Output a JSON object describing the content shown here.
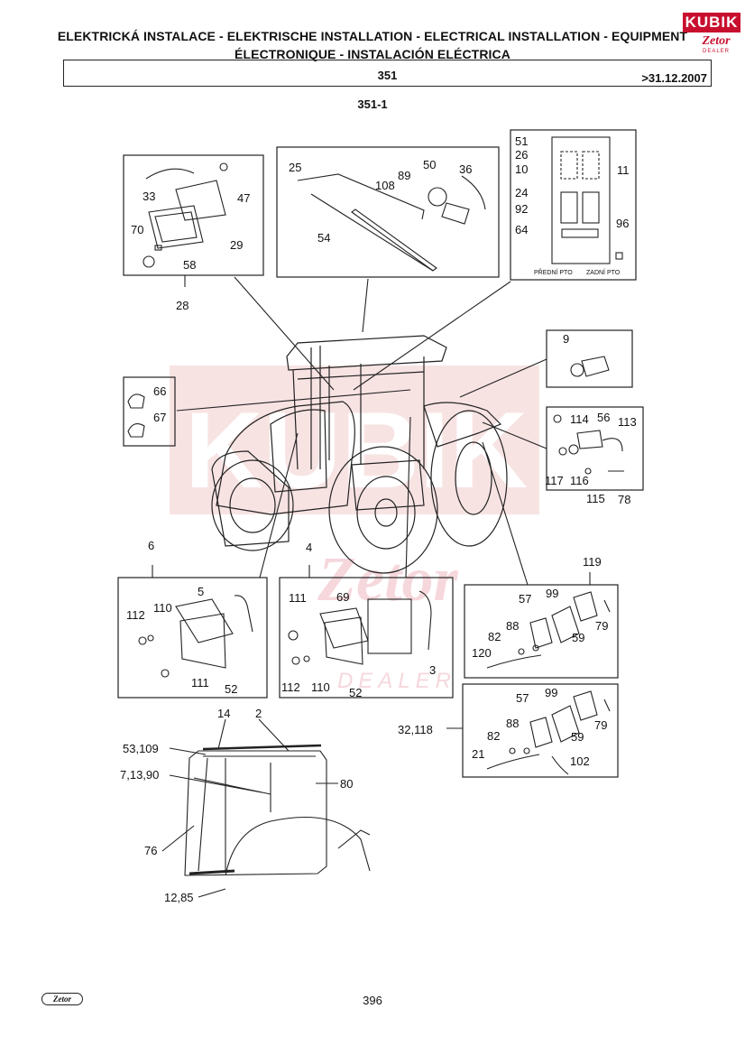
{
  "header": {
    "title_line1": "ELEKTRICKÁ INSTALACE - ELEKTRISCHE INSTALLATION - ELECTRICAL INSTALLATION - EQUIPMENT",
    "title_line2": "ÉLECTRONIQUE - INSTALACIÓN ELÉCTRICA",
    "group_code": "351",
    "validity": ">31.12.2007",
    "figure_code": "351-1"
  },
  "logo": {
    "brand": "KUBIK",
    "sub_brand": "Zetor",
    "tagline": "DEALER"
  },
  "watermark": {
    "text_big": "KUBIK",
    "text_mid": "Zetor",
    "text_dealer": "DEALER"
  },
  "boxes": {
    "headlamp": {
      "labels": [
        "33",
        "47",
        "29",
        "70",
        "58"
      ],
      "ref": "28"
    },
    "wiper": {
      "labels": [
        "25",
        "89",
        "50",
        "36",
        "108",
        "54"
      ]
    },
    "switch_panel": {
      "labels": [
        "51",
        "26",
        "10",
        "11",
        "24",
        "92",
        "64",
        "96"
      ],
      "caption_left": "PŘEDNÍ PTO",
      "caption_right": "ZADNÍ PTO"
    },
    "plug": {
      "labels": [
        "9"
      ]
    },
    "socket": {
      "labels": [
        "114",
        "56",
        "113",
        "117",
        "116",
        "115",
        "78"
      ]
    },
    "beacon": {
      "labels": [
        "66",
        "67"
      ]
    },
    "rear_lamp_left": {
      "ref": "6",
      "labels": [
        "5",
        "112",
        "110",
        "111",
        "52"
      ]
    },
    "rear_lamp_right": {
      "ref": "4",
      "labels": [
        "111",
        "69",
        "3",
        "112",
        "110",
        "52"
      ]
    },
    "plate_lamp_a": {
      "ref": "119",
      "labels": [
        "57",
        "99",
        "88",
        "82",
        "59",
        "79",
        "120"
      ]
    },
    "plate_lamp_b": {
      "ref": "32,118",
      "labels": [
        "57",
        "99",
        "88",
        "82",
        "59",
        "79",
        "21",
        "102"
      ]
    }
  },
  "cab_labels": [
    "14",
    "2",
    "53,109",
    "7,13,90",
    "80",
    "76",
    "12,85"
  ],
  "footer": {
    "page_number": "396",
    "logo_text": "Zetor"
  }
}
